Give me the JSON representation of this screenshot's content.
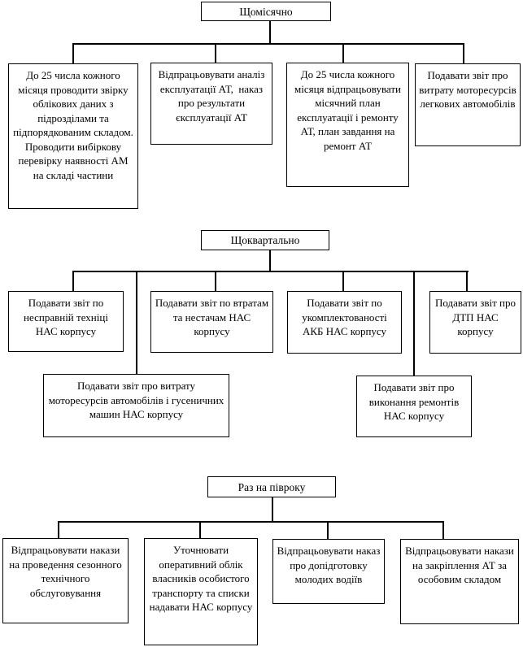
{
  "page": {
    "background_color": "#ffffff",
    "line_color": "#000000",
    "text_color": "#000000"
  },
  "sections": [
    {
      "title": "Щомісячно",
      "boxes": [
        {
          "text": "До 25 числа кожного місяця проводити звірку облікових даних з підрозділами та підпорядкованим складом.  Проводити вибіркову перевірку наявності АМ на складі частини"
        },
        {
          "text": "Відпрацьовувати аналіз експлуатації АТ,  наказ про результати єксплуатації АТ"
        },
        {
          "text": "До 25 числа кожного місяця відпрацьовувати місячний план експлуатації і ремонту АТ, план завдання на ремонт АТ"
        },
        {
          "text": "Подавати звіт про витрату моторесурсів легкових автомобілів"
        }
      ]
    },
    {
      "title": "Щоквартально",
      "boxes": [
        {
          "text": "Подавати звіт по несправній техніці НАС корпусу"
        },
        {
          "text": "Подавати звіт по втратам та нестачам НАС корпусу"
        },
        {
          "text": "Подавати звіт по укомплектованості АКБ НАС корпусу"
        },
        {
          "text": "Подавати звіт про ДТП НАС корпусу"
        },
        {
          "text": "Подавати звіт про витрату моторесурсів автомобілів і гусеничних машин НАС корпусу"
        },
        {
          "text": "Подавати звіт про виконання ремонтів НАС корпусу"
        }
      ]
    },
    {
      "title": "Раз на півроку",
      "boxes": [
        {
          "text": "Відпрацьовувати накази на проведення сезонного технічного обслуговування"
        },
        {
          "text": "Уточнювати оперативний облік власників особистого транспорту та списки надавати НАС корпусу"
        },
        {
          "text": "Відпрацьовувати наказ про допідготовку молодих водіїв"
        },
        {
          "text": "Відпрацьовувати накази на закріплення АТ за особовим складом"
        }
      ]
    }
  ]
}
